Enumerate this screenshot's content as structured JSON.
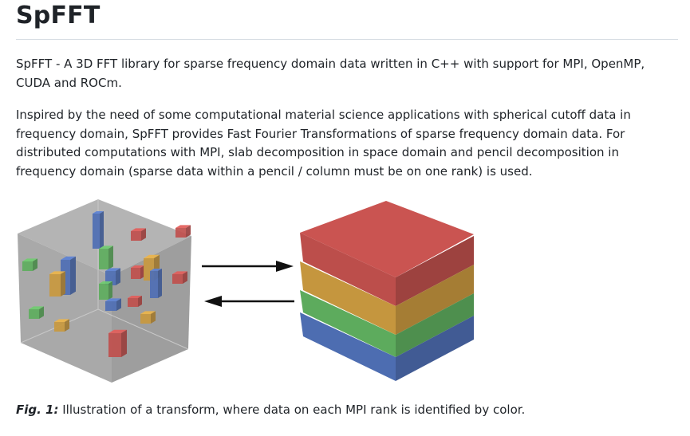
{
  "heading": "SpFFT",
  "intro": "SpFFT - A 3D FFT library for sparse frequency domain data written in C++ with support for MPI, OpenMP, CUDA and ROCm.",
  "description": "Inspired by the need of some computational material science applications with spherical cutoff data in frequency domain, SpFFT provides Fast Fourier Transformations of sparse frequency domain data. For distributed computations with MPI, slab decomposition in space domain and pencil decomposition in frequency domain (sparse data within a pencil / column must be on one rank) is used.",
  "figure": {
    "rank_colors": {
      "red": "#c0504d",
      "orange": "#c9993f",
      "green": "#5fae5f",
      "blue": "#4f6fb5"
    },
    "caption_label": "Fig. 1:",
    "caption_text": " Illustration of a transform, where data on each MPI rank is identified by color."
  }
}
